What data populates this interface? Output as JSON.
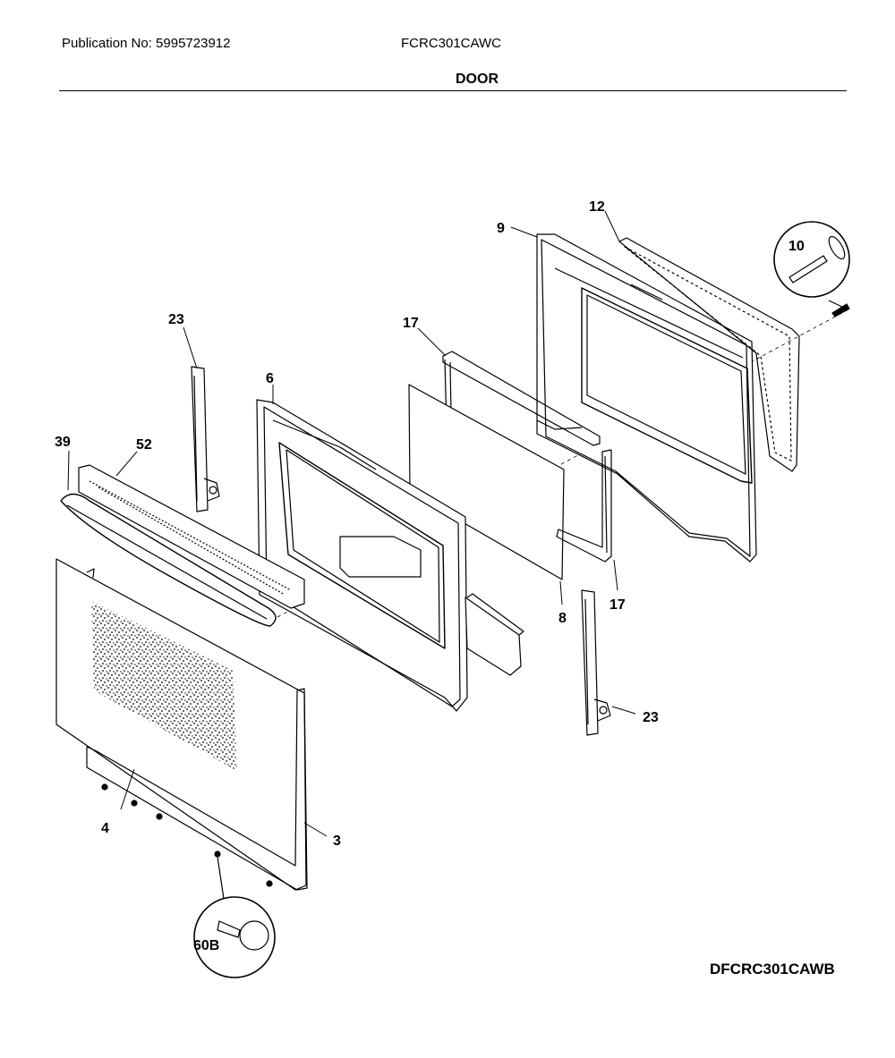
{
  "header": {
    "publication": "Publication No: 5995723912",
    "model": "FCRC301CAWC"
  },
  "section_title": "DOOR",
  "parts": [
    {
      "key": "p9",
      "label": "9"
    },
    {
      "key": "p12",
      "label": "12"
    },
    {
      "key": "p10",
      "label": "10"
    },
    {
      "key": "p23a",
      "label": "23"
    },
    {
      "key": "p17a",
      "label": "17"
    },
    {
      "key": "p6",
      "label": "6"
    },
    {
      "key": "p39",
      "label": "39"
    },
    {
      "key": "p52",
      "label": "52"
    },
    {
      "key": "p8",
      "label": "8"
    },
    {
      "key": "p17b",
      "label": "17"
    },
    {
      "key": "p23b",
      "label": "23"
    },
    {
      "key": "p4",
      "label": "4"
    },
    {
      "key": "p3",
      "label": "3"
    },
    {
      "key": "p60b",
      "label": "60B"
    }
  ],
  "diagram_code": "DFCRC301CAWB"
}
